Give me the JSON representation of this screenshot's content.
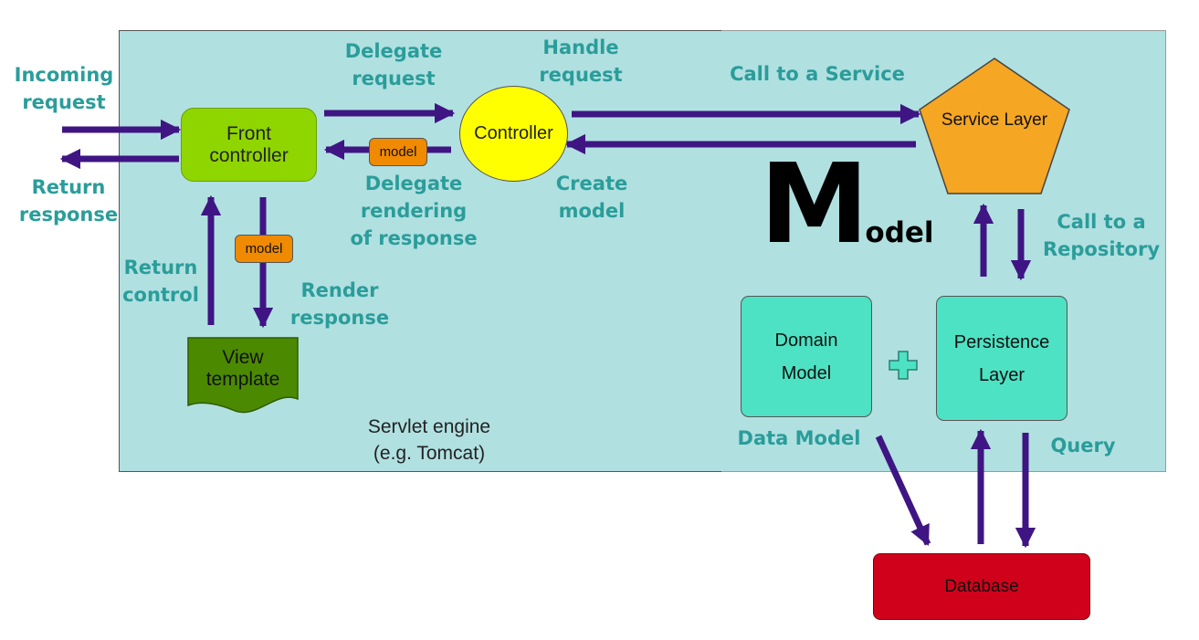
{
  "colors": {
    "panel": "#b1e0e1",
    "arrow": "#3f1583",
    "label": "#2a9d9a",
    "front_controller": "#8fd500",
    "controller": "#ffff00",
    "model_tag": "#f08a00",
    "view_template": "#4b8a00",
    "service_layer": "#f5a623",
    "teal_box": "#4de2c3",
    "database": "#d0021b"
  },
  "servlet": {
    "engine_label": "Servlet engine\n(e.g. Tomcat)",
    "front_controller": "Front\ncontroller",
    "controller": "Controller",
    "view_template": "View\ntemplate",
    "model_tag_1": "model",
    "model_tag_2": "model"
  },
  "labels": {
    "incoming_request": "Incoming\nrequest",
    "return_response": "Return\nresponse",
    "delegate_request": "Delegate\nrequest",
    "handle_request": "Handle\nrequest",
    "delegate_rendering": "Delegate\nrendering\nof response",
    "create_model": "Create\nmodel",
    "return_control": "Return\ncontrol",
    "render_response": "Render\nresponse",
    "call_to_service": "Call to a Service",
    "call_to_repository": "Call to a\nRepository",
    "data_model": "Data Model",
    "query": "Query"
  },
  "model_side": {
    "big_letter": "M",
    "title_rest": "odel",
    "service_layer": "Service Layer",
    "domain_model": "Domain\nModel",
    "plus_icon": "plus-icon",
    "persistence_layer": "Persistence\nLayer",
    "database": "Database"
  }
}
